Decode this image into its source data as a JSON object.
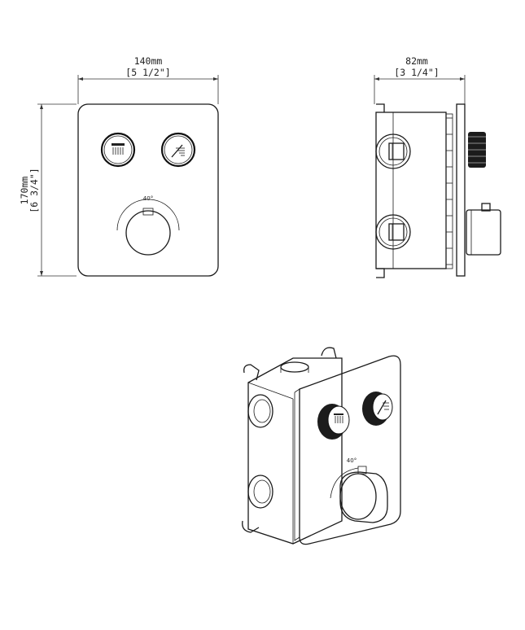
{
  "front_view": {
    "width_label": "140mm",
    "width_label_inch": "[5 1/2\"]",
    "height_label": "170mm",
    "height_label_inch": "[6 3/4\"]",
    "temperature_mark": "40°"
  },
  "side_view": {
    "depth_label": "82mm",
    "depth_label_inch": "[3 1/4\"]"
  },
  "iso_view": {
    "temperature_mark": "40°"
  },
  "icons": {
    "button_left": "overhead-shower-icon",
    "button_right": "hand-shower-icon"
  }
}
